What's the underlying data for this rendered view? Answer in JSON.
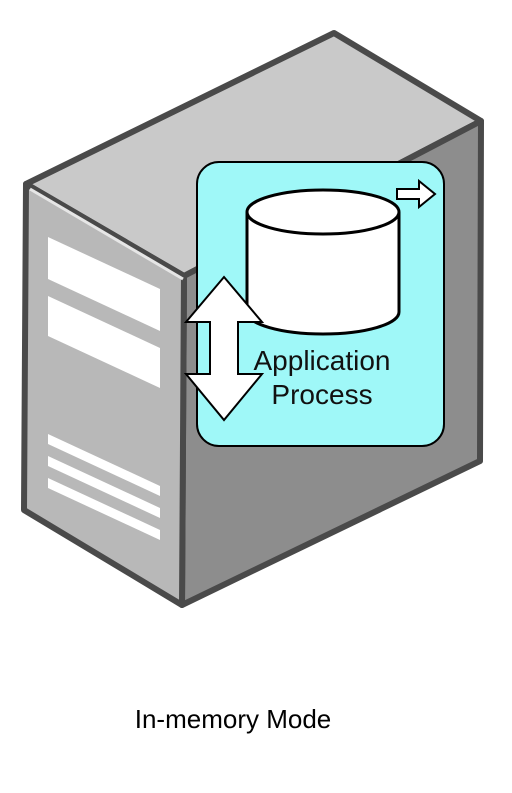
{
  "diagram": {
    "process_box": {
      "label_line1": "Application",
      "label_line2": "Process"
    },
    "caption": "In-memory Mode"
  },
  "colors": {
    "server_top": "#c9c9c9",
    "server_front": "#b8b8b8",
    "server_right": "#8d8d8d",
    "server_outline": "#4a4a4a",
    "vent": "#ffffff",
    "process_box_fill": "#9ff8f8",
    "database_fill": "#ffffff",
    "outline": "#000000"
  },
  "icons": {
    "server": "server-tower-icon",
    "database": "database-cylinder-icon",
    "bidirectional_arrow": "up-down-arrow-icon",
    "output_arrow": "right-arrow-icon"
  }
}
